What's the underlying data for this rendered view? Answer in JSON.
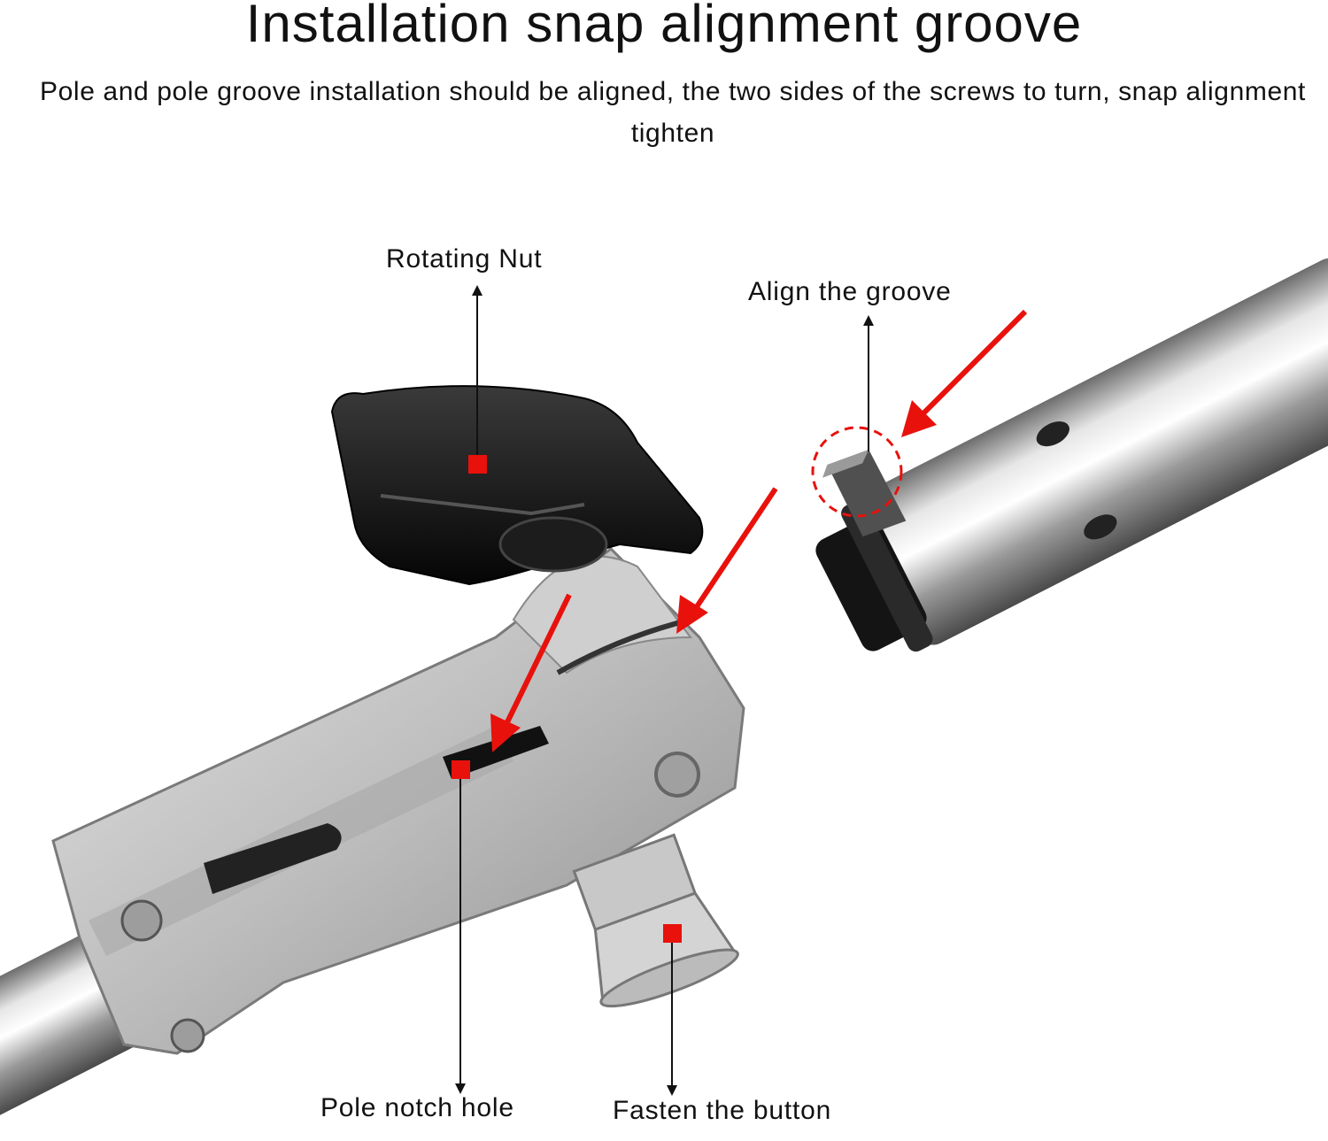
{
  "header": {
    "title": "Installation snap alignment groove",
    "subtitle": "Pole and pole groove installation should be aligned, the two sides of the screws to turn, snap alignment tighten"
  },
  "callouts": {
    "rotating_nut": "Rotating Nut",
    "align_groove": "Align the groove",
    "pole_notch_hole": "Pole notch hole",
    "fasten_button": "Fasten the button"
  },
  "colors": {
    "marker_red": "#e8110c",
    "metal_light": "#d9d9d9",
    "metal_dark": "#8a8a8a",
    "knob_black": "#121212"
  }
}
